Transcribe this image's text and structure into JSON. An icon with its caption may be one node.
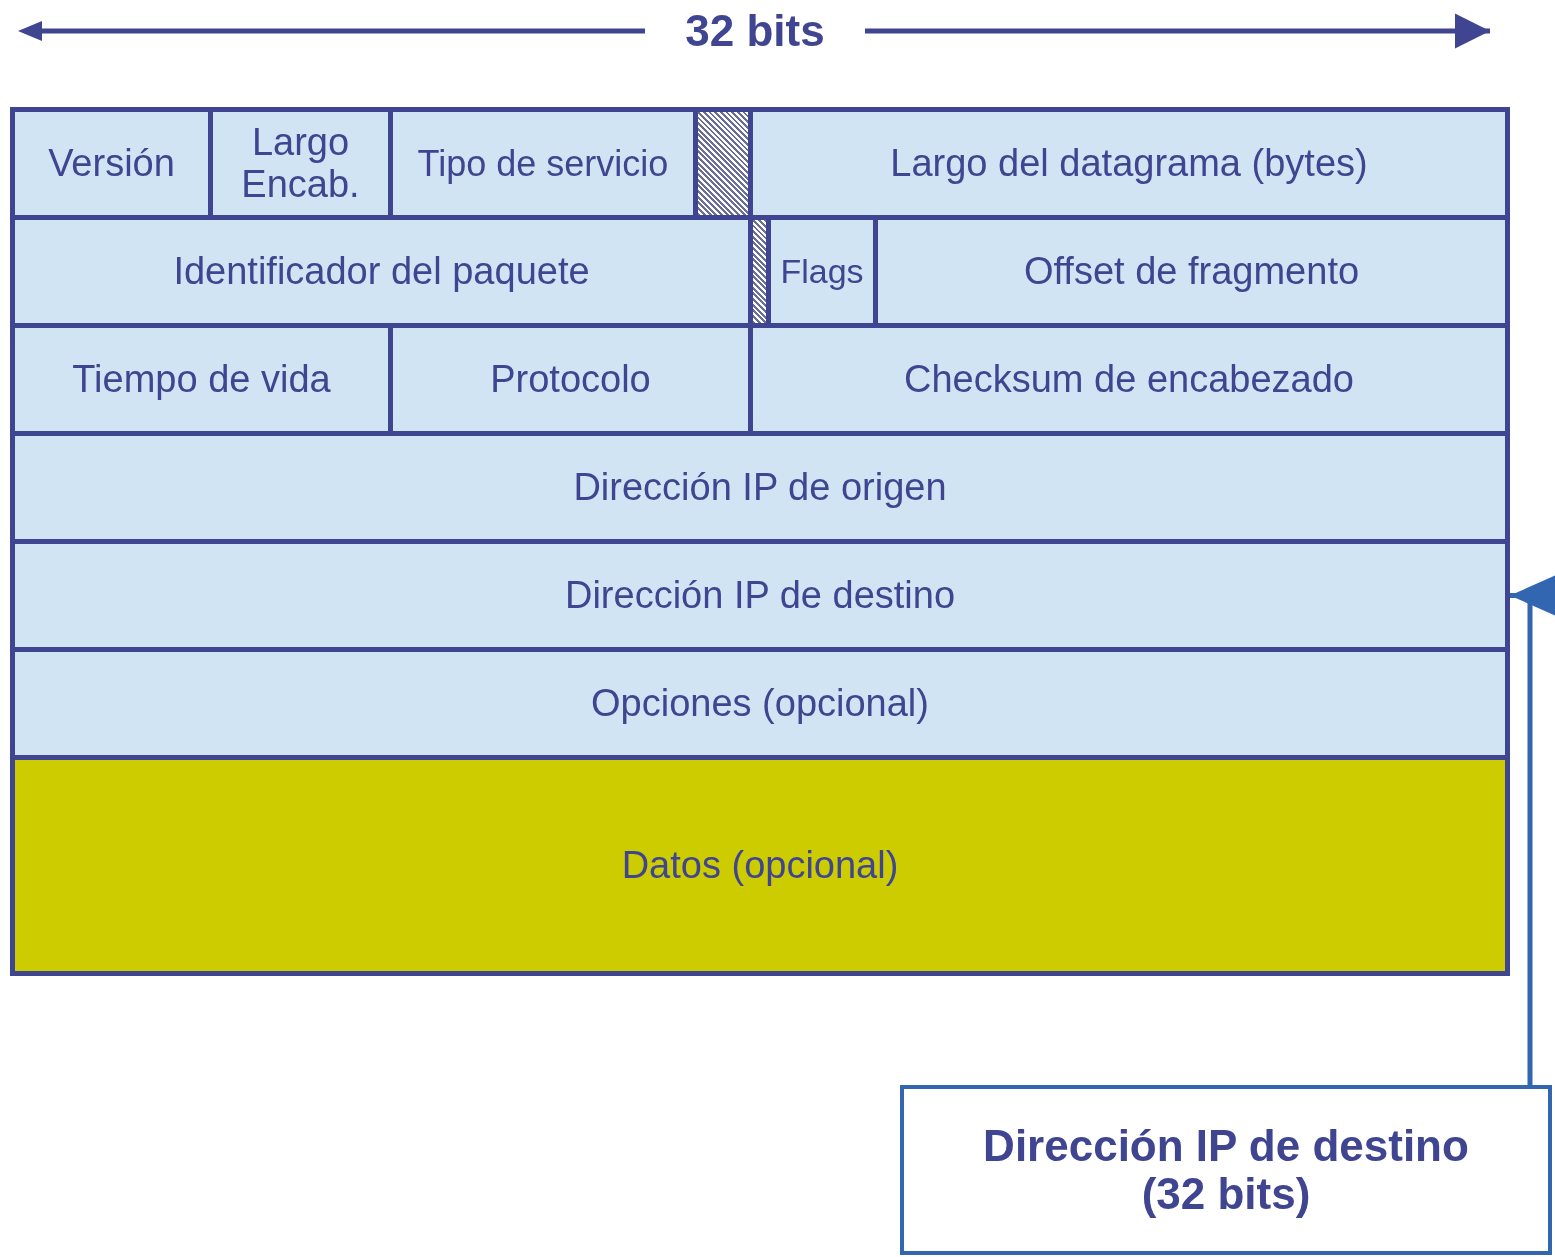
{
  "diagram": {
    "nodes": [
      {
        "text": [
          "Versión"
        ]
      },
      {
        "text": [
          "Largo Encab."
        ]
      },
      {
        "text": [
          "Tipo de servicio"
        ]
      },
      {
        "text": [],
        "shape": "box"
      },
      {
        "text": [
          "Largo del datagrama (bytes)"
        ]
      },
      {
        "text": [
          "Identificador del paquete"
        ]
      },
      {
        "text": [],
        "shape": "box"
      },
      {
        "text": [
          "Flags"
        ]
      },
      {
        "text": [
          "Offset de fragmento"
        ]
      },
      {
        "text": [
          "Tiempo de vida"
        ]
      },
      {
        "text": [
          "Protocolo"
        ]
      },
      {
        "text": [
          "Checksum de encabezado"
        ]
      },
      {
        "text": [
          "Dirección IP de origen"
        ]
      },
      {
        "text": [
          "Dirección IP de destino"
        ]
      },
      {
        "text": [
          "Opciones (opcional)"
        ]
      },
      {
        "text": [
          "Datos (opcional)"
        ]
      },
      {
        "text": [
          "Dirección IP de destino (32 bits)"
        ]
      }
    ],
    "edges": [
      {
        "from": 16,
        "to": 13,
        "arrow": "to"
      }
    ],
    "labels": [
      "32 bits"
    ]
  }
}
